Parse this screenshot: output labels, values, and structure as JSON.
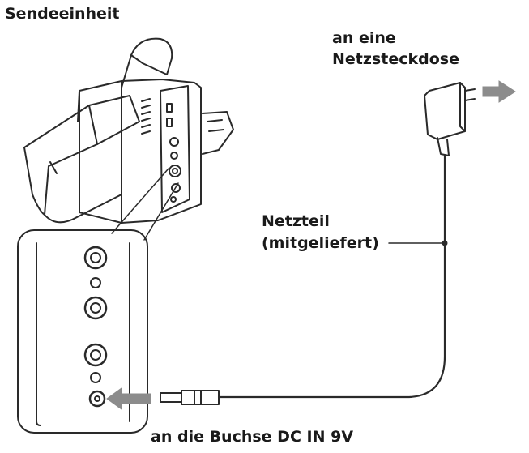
{
  "labels": {
    "transmitter": "Sendeeinheit",
    "outlet_line1": "an eine",
    "outlet_line2": "Netzsteckdose",
    "adapter_line1": "Netzteil",
    "adapter_line2": "(mitgeliefert)",
    "jack": "an die Buchse DC IN 9V"
  },
  "colors": {
    "line": "#2a2a2a",
    "arrow_fill": "#8c8c8c",
    "surface": "#ffffff"
  }
}
